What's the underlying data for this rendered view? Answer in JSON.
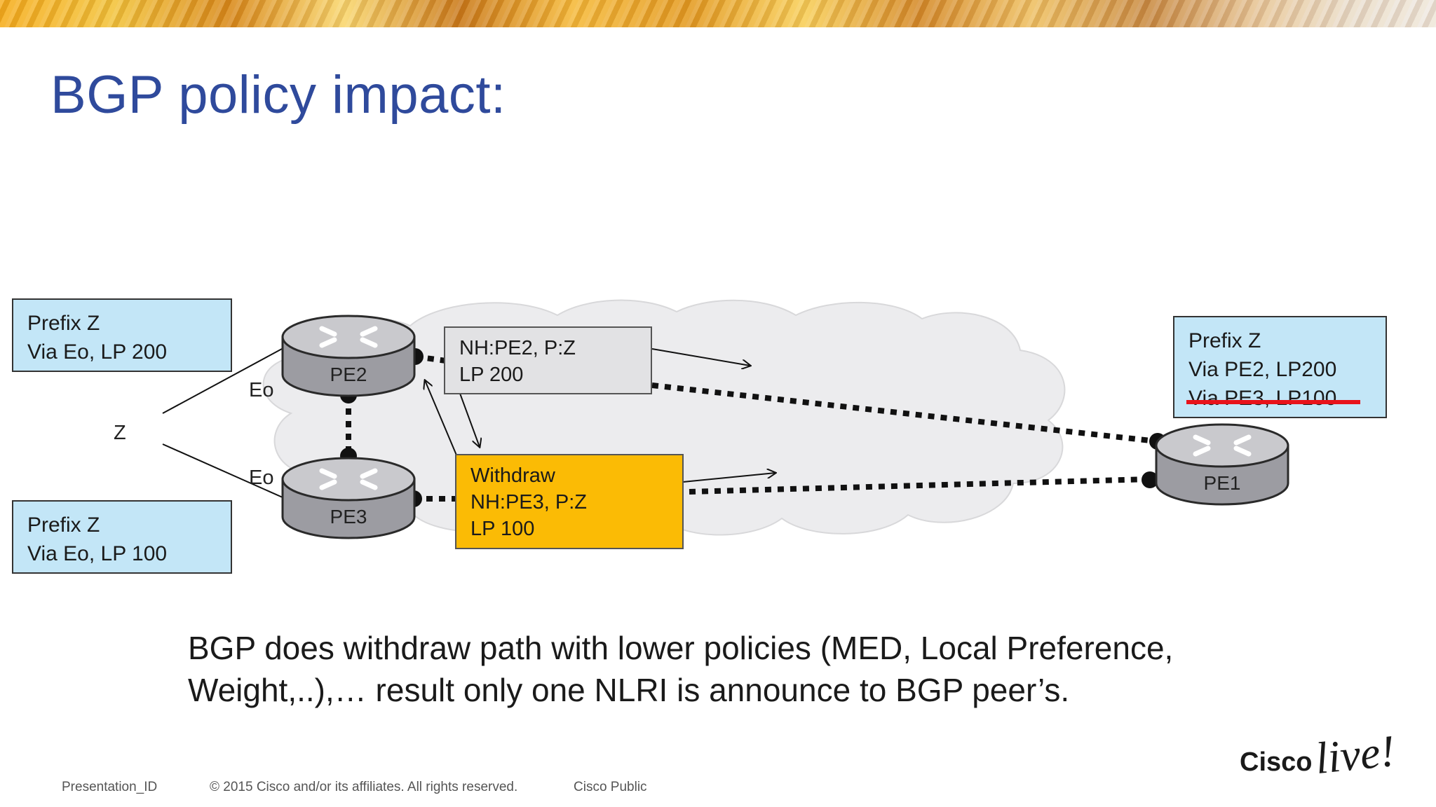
{
  "title": "BGP policy impact:",
  "nodes": {
    "pe2": "PE2",
    "pe3": "PE3",
    "pe1": "PE1",
    "z": "Z",
    "eo_top": "Eo",
    "eo_bottom": "Eo"
  },
  "boxes": {
    "prefix_top": {
      "line1": "Prefix Z",
      "line2": "Via Eo, LP 200"
    },
    "prefix_bottom": {
      "line1": "Prefix Z",
      "line2": "Via Eo, LP 100"
    },
    "update_pe2": {
      "line1": "NH:PE2, P:Z",
      "line2": "LP 200"
    },
    "withdraw_pe3": {
      "line1": "Withdraw",
      "line2": "NH:PE3, P:Z",
      "line3": "LP 100"
    },
    "prefix_pe1": {
      "line1": "Prefix Z",
      "line2": "Via PE2, LP200",
      "line3": "Via PE3, LP100"
    }
  },
  "body": {
    "line1": "BGP does withdraw path with lower policies (MED, Local Preference,",
    "line2": "Weight,..),… result only one NLRI is announce to BGP peer’s."
  },
  "footer": {
    "presentation_id": "Presentation_ID",
    "copyright": "© 2015 Cisco and/or its affiliates. All rights reserved.",
    "classification": "Cisco Public"
  },
  "logo": {
    "text_cisco": "Cisco",
    "text_live": "live!"
  },
  "colors": {
    "title": "#2f4a9c",
    "prefix_box": "#c3e6f7",
    "update_box": "#e2e2e4",
    "withdraw_box": "#fbbb05",
    "strike": "#e8131a",
    "cloud": "#ececee"
  }
}
